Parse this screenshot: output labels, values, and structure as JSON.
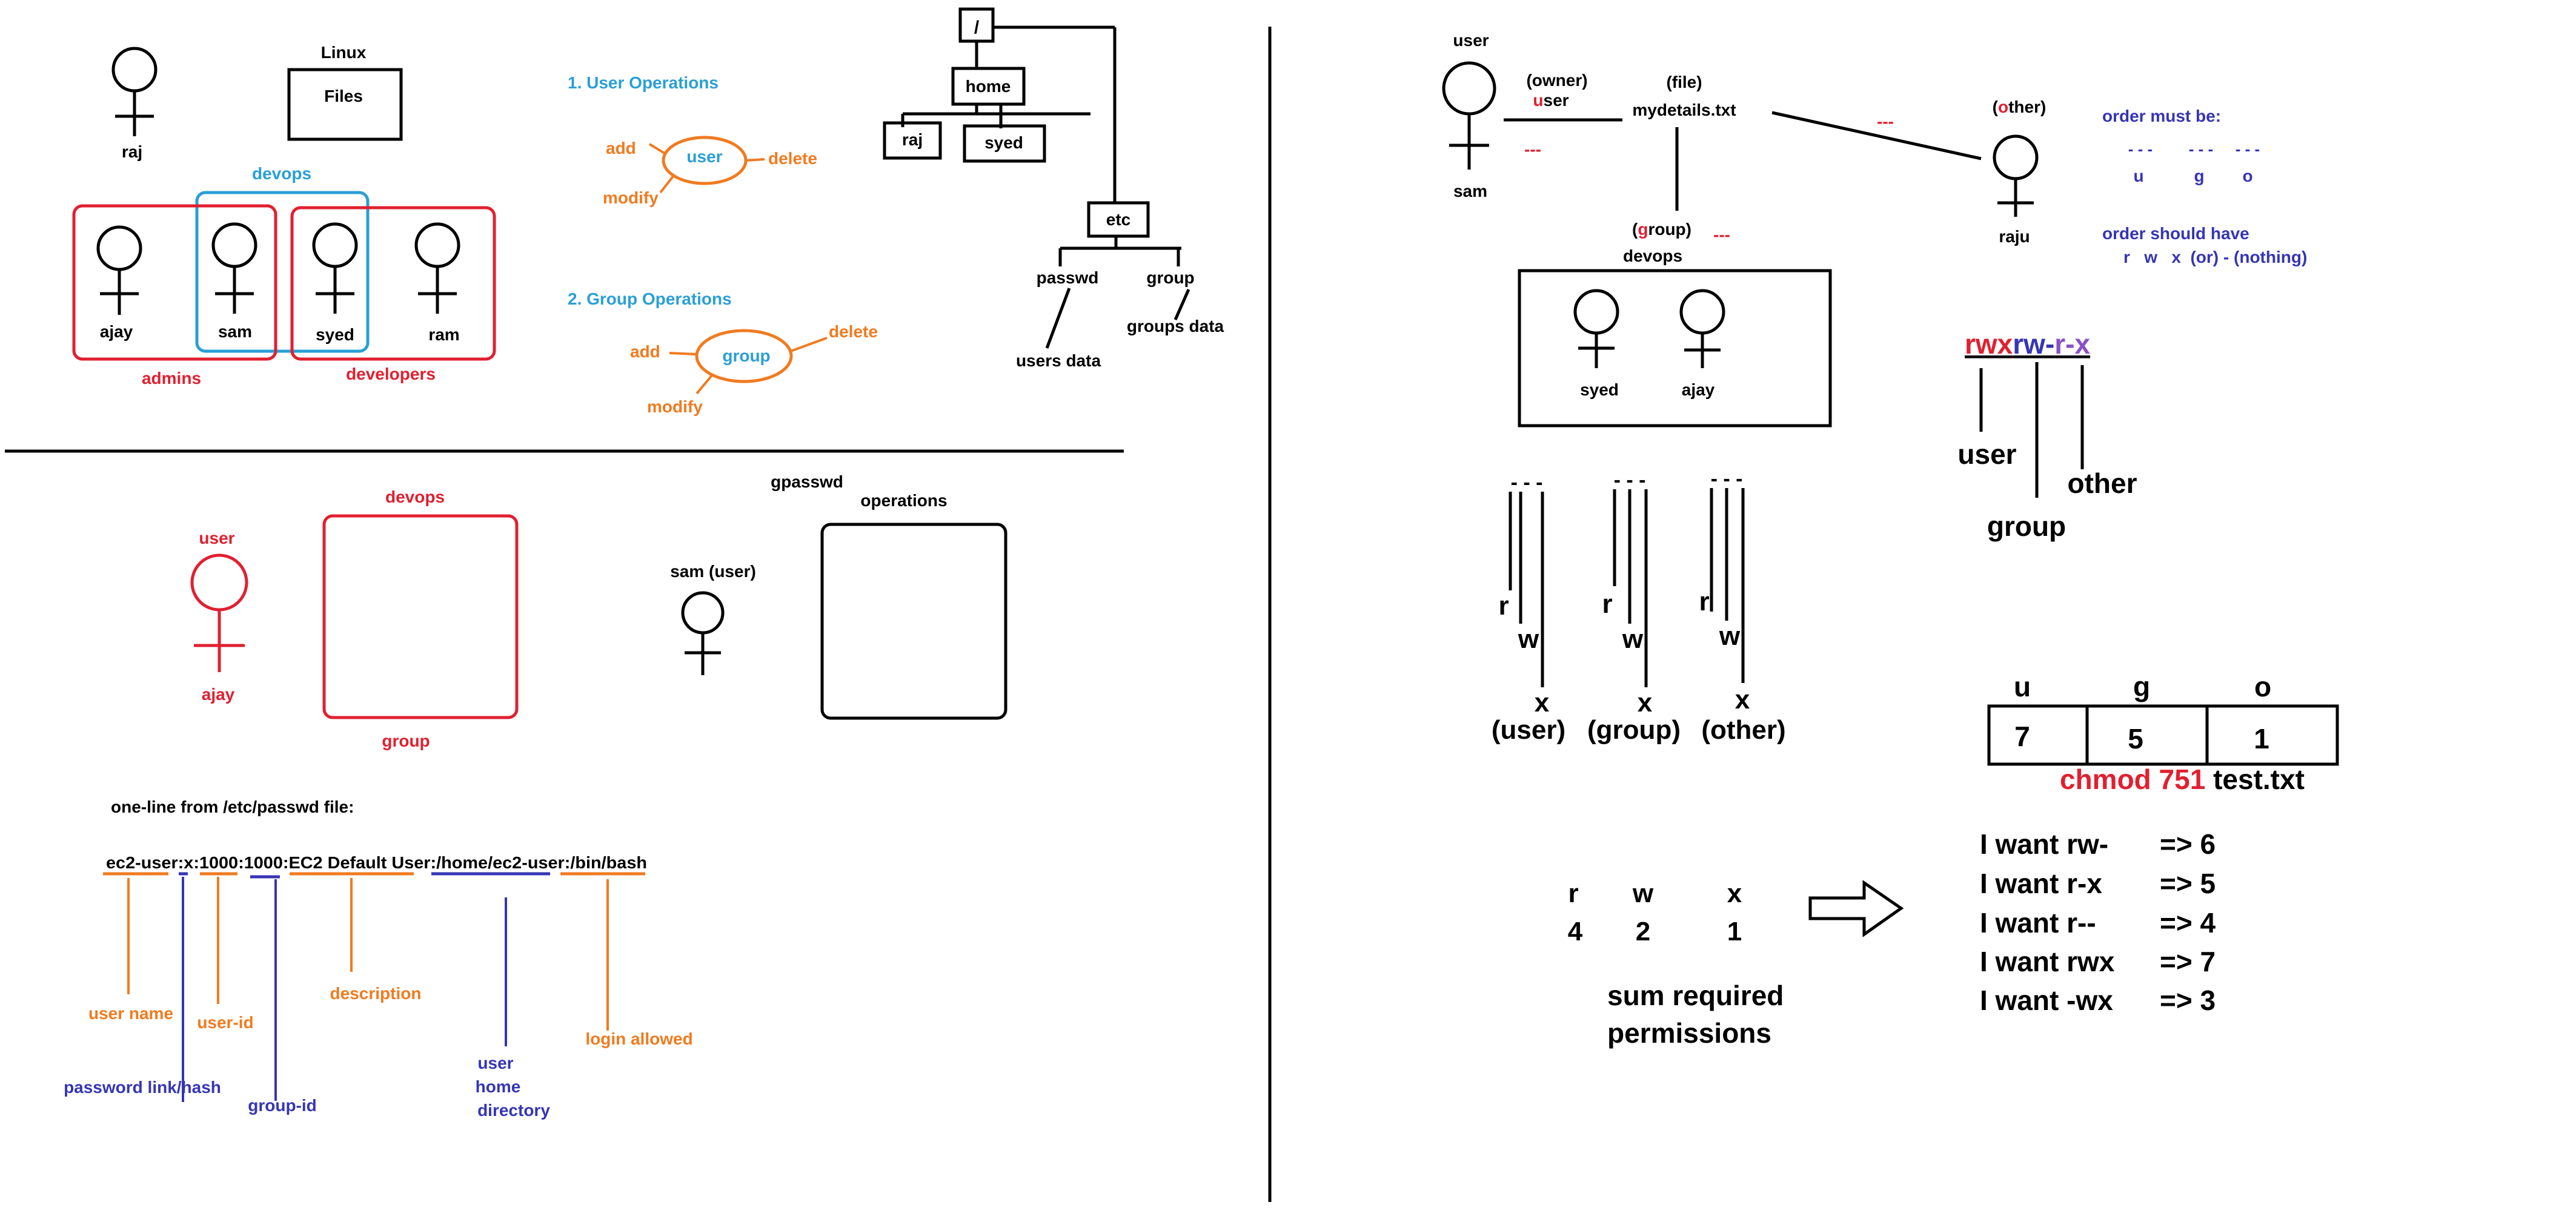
{
  "colors": {
    "black": "#000000",
    "red": "#e02030",
    "blue": "#2a9fd6",
    "orange": "#f07b20",
    "navy": "#3535b5",
    "purple": "#8a4fc8"
  },
  "top_left": {
    "raj_label": "raj",
    "linux_label": "Linux",
    "files_label": "Files",
    "devops_label": "devops",
    "users": [
      "ajay",
      "sam",
      "syed",
      "ram"
    ],
    "admins_label": "admins",
    "developers_label": "developers"
  },
  "ops": {
    "user_ops_title": "1. User Operations",
    "user_center": "user",
    "user_add": "add",
    "user_delete": "delete",
    "user_modify": "modify",
    "group_ops_title": "2. Group Operations",
    "group_center": "group",
    "group_add": "add",
    "group_delete": "delete",
    "group_modify": "modify"
  },
  "fs_tree": {
    "root": "/",
    "home": "home",
    "raj": "raj",
    "syed": "syed",
    "etc": "etc",
    "passwd": "passwd",
    "group": "group",
    "users_data": "users data",
    "groups_data": "groups data"
  },
  "mid_left": {
    "user_label": "user",
    "ajay_label": "ajay",
    "devops_label": "devops",
    "group_label": "group",
    "gpasswd_label": "gpasswd",
    "operations_label": "operations",
    "sam_user_label": "sam (user)"
  },
  "passwd_line": {
    "title": "one-line from /etc/passwd file:",
    "line": "ec2-user:x:1000:1000:EC2 Default User:/home/ec2-user:/bin/bash",
    "user_name": "user name",
    "password": "password link/hash",
    "user_id": "user-id",
    "group_id": "group-id",
    "description": "description",
    "home_dir_1": "user",
    "home_dir_2": "home",
    "home_dir_3": "directory",
    "login": "login allowed"
  },
  "owner_section": {
    "user_label": "user",
    "sam_label": "sam",
    "owner_label": "(owner)",
    "owner_u": "u",
    "owner_rest": "ser",
    "file_label": "(file)",
    "file_name": "mydetails.txt",
    "other_open": "(",
    "other_o": "o",
    "other_rest": "ther)",
    "raju_label": "raju",
    "group_open": "(",
    "group_g": "g",
    "group_rest": "roup)",
    "devops_label": "devops",
    "members": [
      "syed",
      "ajay"
    ],
    "dashes": "---"
  },
  "order_rules": {
    "must_be": "order must be:",
    "dashes": "- - -",
    "u": "u",
    "g": "g",
    "o": "o",
    "should_have": "order should have",
    "rwx_line": "r   w   x  (or) - (nothing)"
  },
  "rwx_diagram": {
    "dashes": "- - -",
    "r": "r",
    "w": "w",
    "x": "x",
    "user": "(user)",
    "group": "(group)",
    "other": "(other)"
  },
  "rwx_example": {
    "user_part": "rwx",
    "group_part": "rw-",
    "other_part": "r-x",
    "user_label": "user",
    "group_label": "group",
    "other_label": "other"
  },
  "values_section": {
    "r": "r",
    "w": "w",
    "x": "x",
    "r_val": "4",
    "w_val": "2",
    "x_val": "1",
    "sum_1": "sum required",
    "sum_2": "permissions"
  },
  "chmod_table": {
    "headers": [
      "u",
      "g",
      "o"
    ],
    "values": [
      "7",
      "5",
      "1"
    ],
    "command": "chmod 751",
    "file": "test.txt"
  },
  "wants": [
    {
      "want": "I want rw-",
      "result": "=> 6"
    },
    {
      "want": "I want r-x",
      "result": "=> 5"
    },
    {
      "want": "I want r--",
      "result": "=> 4"
    },
    {
      "want": "I want rwx",
      "result": "=> 7"
    },
    {
      "want": "I want -wx",
      "result": "=> 3"
    }
  ]
}
